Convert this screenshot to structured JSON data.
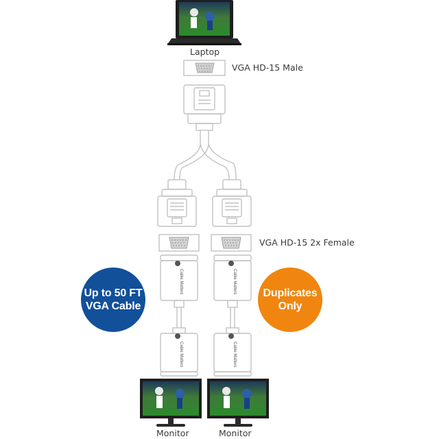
{
  "labels": {
    "laptop": "Laptop",
    "male_connector": "VGA HD-15 Male",
    "female_connector": "VGA HD-15 2x Female",
    "monitor_left": "Monitor",
    "monitor_right": "Monitor"
  },
  "badges": {
    "length": {
      "line1": "Up to 50 FT",
      "line2": "VGA Cable",
      "color": "#12509a"
    },
    "duplicates": {
      "line1": "Duplicates",
      "line2": "Only",
      "color": "#f0860f"
    }
  },
  "brand": {
    "text": "Cable Matters",
    "icon": "cable-matters-logo-icon"
  },
  "colors": {
    "outline": "#bfbfbf",
    "screen_sky": "#3a6a2a",
    "screen_grass": "#2f8a30",
    "device": "#1e1e1e"
  }
}
